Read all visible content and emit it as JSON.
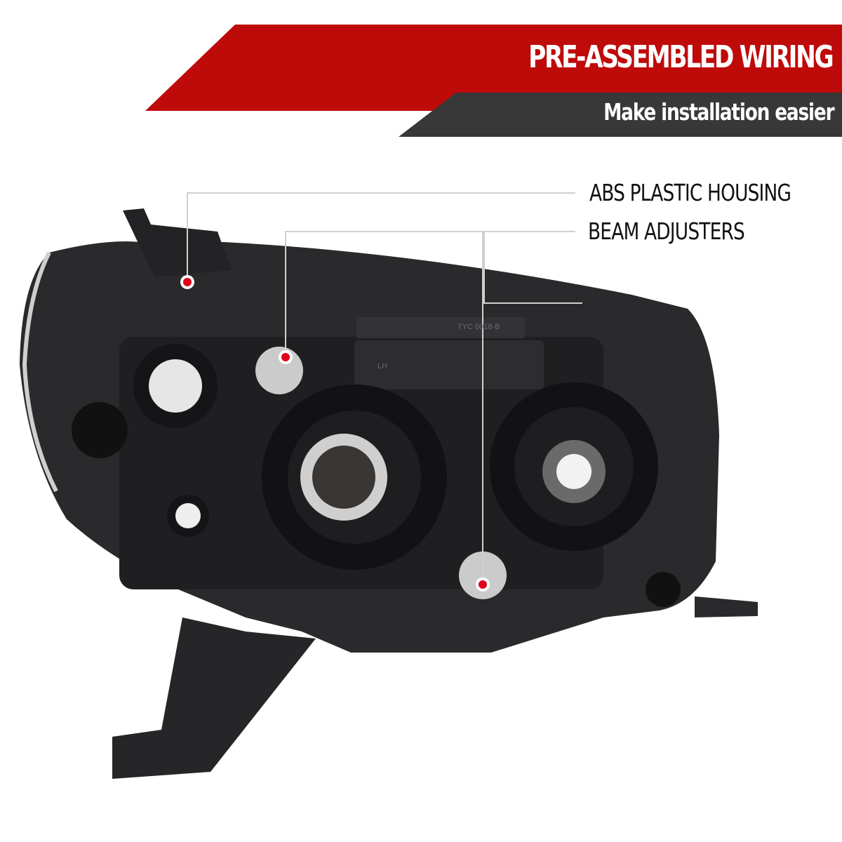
{
  "header": {
    "title": "PRE-ASSEMBLED WIRING",
    "subtitle": "Make installation easier",
    "colors": {
      "red_band": "#bf0a0a",
      "dark_band": "#383838",
      "marker": "#e0001a"
    }
  },
  "callouts": [
    {
      "label": "ABS PLASTIC HOUSING"
    },
    {
      "label": "BEAM ADJUSTERS"
    }
  ],
  "product": {
    "image": "headlight-rear-view",
    "housing_markings": [
      "TYC 0018-B",
      "LH"
    ]
  }
}
